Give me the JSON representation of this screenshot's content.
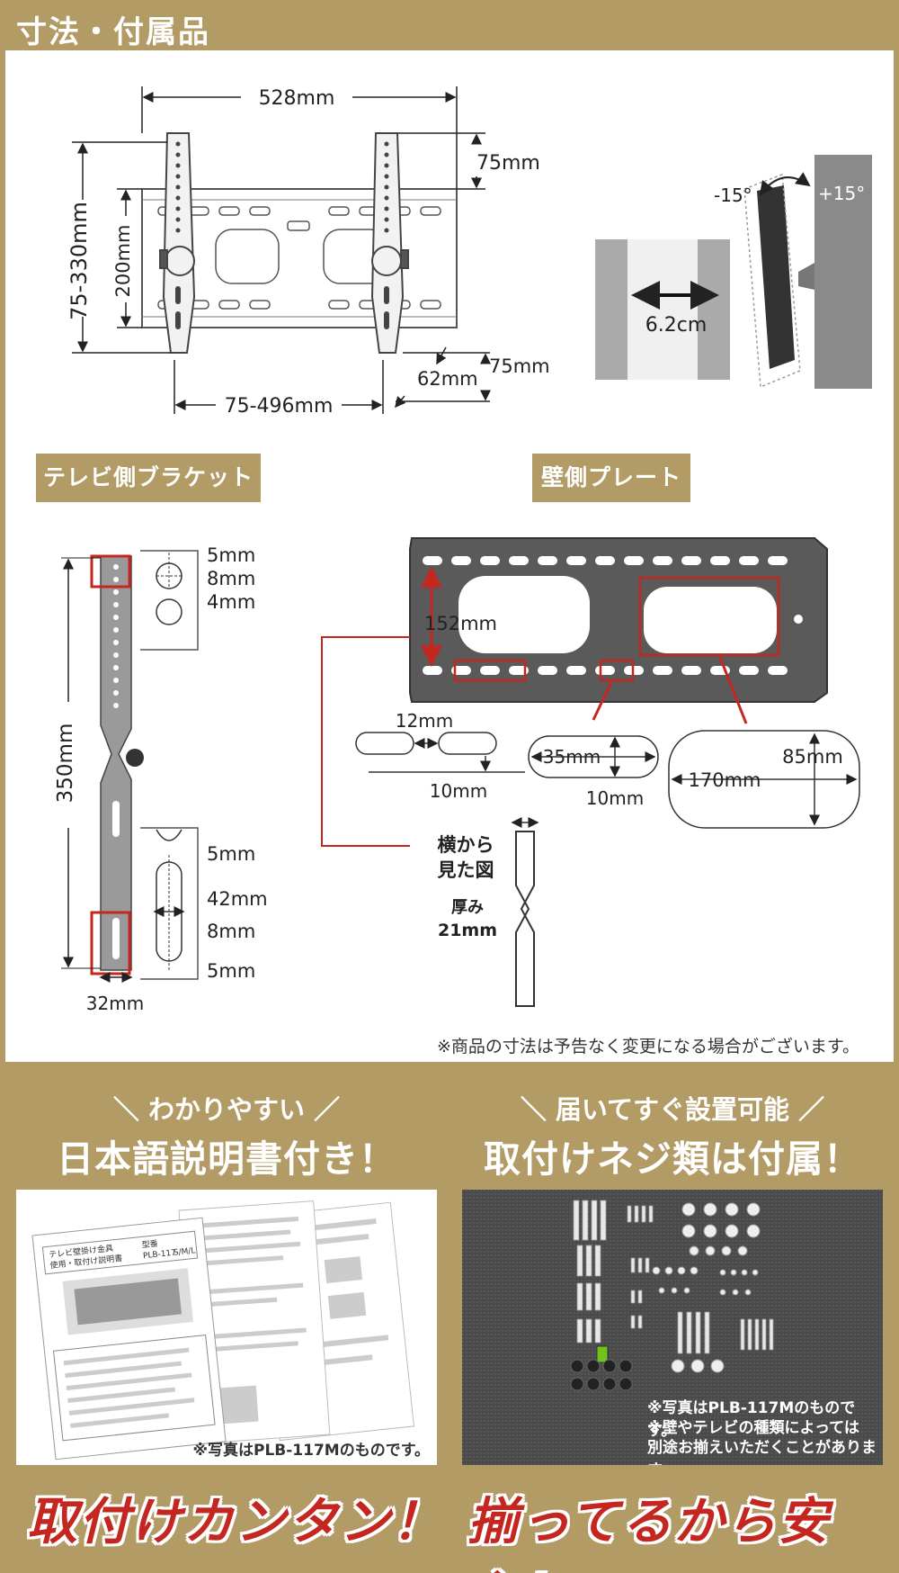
{
  "header": {
    "title": "寸法・付属品"
  },
  "top_diagram": {
    "width_total": "528mm",
    "hole_top": "75mm",
    "height_range": "75-330mm",
    "inner_height": "200mm",
    "depth": "62mm",
    "hole_bottom": "75mm",
    "width_range": "75-496mm"
  },
  "tilt_diagram": {
    "depth": "6.2cm",
    "tilt_minus": "-15°",
    "tilt_plus": "+15°"
  },
  "tv_bracket": {
    "tag": "テレビ側ブラケット",
    "top_a": "5mm",
    "top_b": "8mm",
    "top_c": "4mm",
    "length": "350mm",
    "slot_a": "5mm",
    "slot_b": "42mm",
    "slot_c": "8mm",
    "slot_d": "5mm",
    "width": "32mm"
  },
  "wall_plate": {
    "tag": "壁側プレート",
    "height": "152mm",
    "slot_gap": "12mm",
    "slot_side": "10mm",
    "slot_mid_w": "35mm",
    "slot_mid_h": "10mm",
    "big_w": "170mm",
    "big_h": "85mm",
    "side_label_1": "横から",
    "side_label_2": "見た図",
    "thickness_label": "厚み",
    "thickness": "21mm"
  },
  "disclaimer": "※商品の寸法は予告なく変更になる場合がございます。",
  "features": [
    {
      "sub": "＼ わかりやすい ／",
      "main": "日本語説明書付き！",
      "caption": "※写真はPLB-117Mのものです。",
      "slogan": "取付けカンタン！"
    },
    {
      "sub": "＼ 届いてすぐ設置可能 ／",
      "main": "取付けネジ類は付属！",
      "caption": "※写真はPLB-117Mのものです。",
      "caption2": "※壁やテレビの種類によっては",
      "caption3": "別途お揃えいただくことがあります。",
      "slogan": "揃ってるから安心！"
    }
  ],
  "manual_text": {
    "title_line1": "テレビ壁掛け金具",
    "title_line2": "使用・取付け説明書",
    "model": "PLB-117",
    "size_label": "型番",
    "sizes": "S/M/L"
  },
  "colors": {
    "accent": "#b39b66",
    "red": "#c4271f"
  }
}
